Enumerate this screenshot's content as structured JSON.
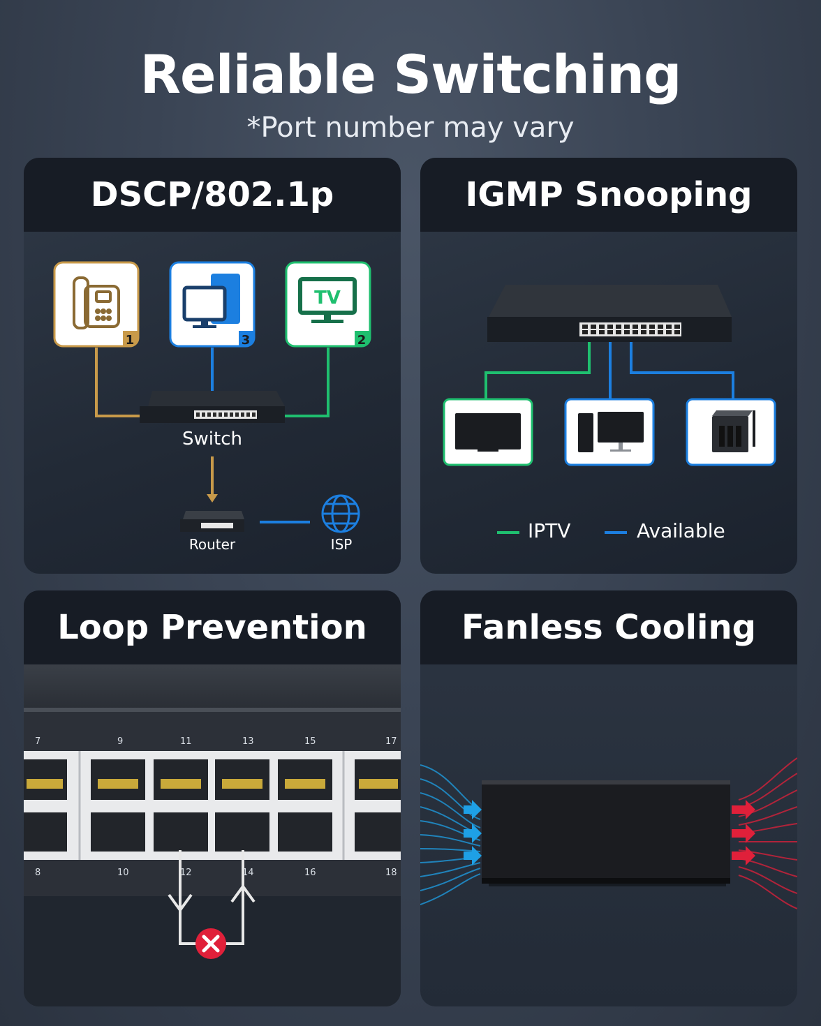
{
  "header": {
    "title": "Reliable Switching",
    "subtitle": "*Port number may vary"
  },
  "panels": {
    "dscp": {
      "title": "DSCP/802.1p",
      "devices": [
        {
          "icon": "phone-icon",
          "badge": "1",
          "color": "#c89a4a"
        },
        {
          "icon": "computer-icon",
          "badge": "3",
          "color": "#1c7fe0"
        },
        {
          "icon": "tv-icon",
          "badge": "2",
          "color": "#1fbf6f",
          "label": "TV"
        }
      ],
      "switch_label": "Switch",
      "router_label": "Router",
      "isp_label": "ISP"
    },
    "igmp": {
      "title": "IGMP Snooping",
      "legend": [
        {
          "label": "IPTV",
          "color": "#1fbf6f"
        },
        {
          "label": "Available",
          "color": "#1c7fe0"
        }
      ]
    },
    "loop": {
      "title": "Loop Prevention",
      "top_ports": [
        "7",
        "9",
        "11",
        "13",
        "15",
        "17"
      ],
      "bottom_ports": [
        "8",
        "10",
        "12",
        "14",
        "16",
        "18"
      ]
    },
    "fanless": {
      "title": "Fanless Cooling"
    }
  },
  "colors": {
    "phone": "#c89a4a",
    "computer": "#1c7fe0",
    "tv": "#1fbf6f",
    "cool": "#1ea0e6",
    "hot": "#e0203a"
  }
}
